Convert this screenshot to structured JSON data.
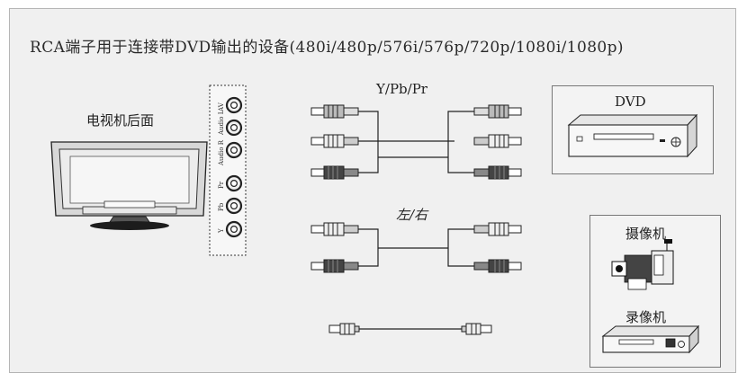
{
  "title": "RCA端子用于连接带DVD输出的设备(480i/480p/576i/576p/720p/1080i/1080p)",
  "tv_label": "电视机后面",
  "jack_labels": [
    "AV",
    "Audio L",
    "Audio R",
    "Pr",
    "Pb",
    "Y"
  ],
  "cable_group_component": "Y/Pb/Pr",
  "cable_group_audio": "左/右",
  "device_dvd": "DVD",
  "device_camcorder": "摄像机",
  "device_vcr": "录像机"
}
